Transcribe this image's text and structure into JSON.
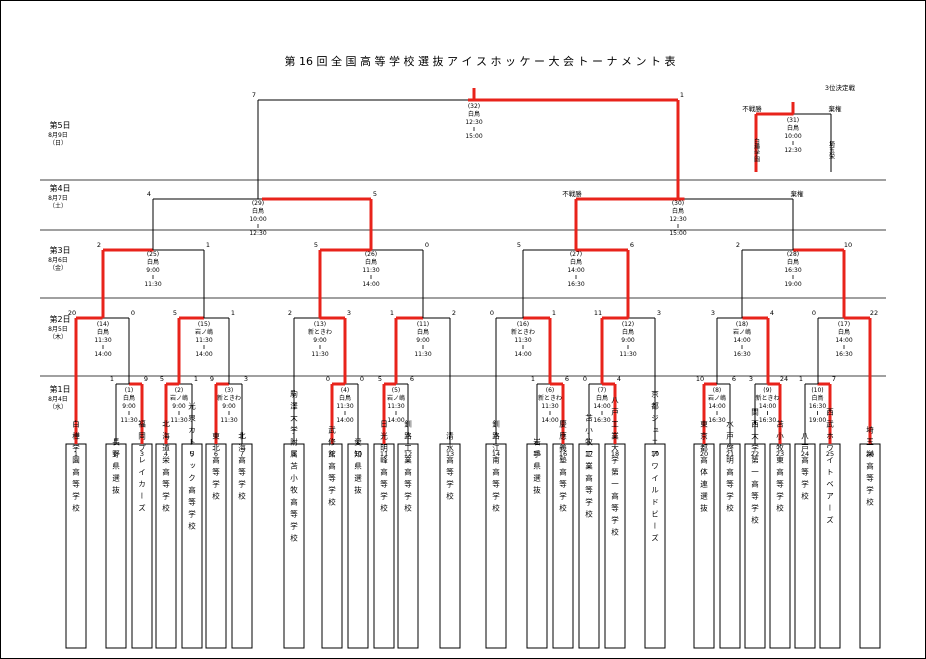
{
  "title": "第 16 回 全 国 高 等 学 校 選 抜 ア イ ス ホ ッ ケ ー 大 会 ト ー ナ メ ン ト 表",
  "third_place_label": "3位決定戦",
  "rounds": [
    {
      "day": "第5日",
      "date": "8月9日",
      "weekday": "（日）"
    },
    {
      "day": "第4日",
      "date": "8月7日",
      "weekday": "（土）"
    },
    {
      "day": "第3日",
      "date": "8月6日",
      "weekday": "（金）"
    },
    {
      "day": "第2日",
      "date": "8月5日",
      "weekday": "（木）"
    },
    {
      "day": "第1日",
      "date": "8月4日",
      "weekday": "（水）"
    }
  ],
  "teams": [
    {
      "no": "1",
      "name": "白樺学園高等学校"
    },
    {
      "no": "2",
      "name": "長野県選抜"
    },
    {
      "no": "3",
      "name": "福岡プレイカーズ"
    },
    {
      "no": "4",
      "name": "北海道栄高等学校"
    },
    {
      "no": "5",
      "name": "光泉カトリック高等学校"
    },
    {
      "no": "6",
      "name": "東北高等学校"
    },
    {
      "no": "7",
      "name": "北海高等学校"
    },
    {
      "no": "8",
      "name": "駒澤大学附属苫小牧高等学校"
    },
    {
      "no": "9",
      "name": "武修館高等学校"
    },
    {
      "no": "10",
      "name": "愛知県選抜"
    },
    {
      "no": "11",
      "name": "日光明峰高等学校"
    },
    {
      "no": "12",
      "name": "釧路工業高等学校"
    },
    {
      "no": "13",
      "name": "清水高等学校"
    },
    {
      "no": "14",
      "name": "釧路江南高等学校"
    },
    {
      "no": "15",
      "name": "岩手県選抜"
    },
    {
      "no": "16",
      "name": "慶應義塾高等学校"
    },
    {
      "no": "17",
      "name": "苫小牧工業高等学校"
    },
    {
      "no": "18",
      "name": "八戸工業大学第一高等学校"
    },
    {
      "no": "19",
      "name": "京都ジュニアワイルドビーズ"
    },
    {
      "no": "20",
      "name": "東京都高体連選抜"
    },
    {
      "no": "21",
      "name": "水戸啓明高等学校"
    },
    {
      "no": "22",
      "name": "関西大学第一高等学校"
    },
    {
      "no": "23",
      "name": "苫小牧東高等学校"
    },
    {
      "no": "24",
      "name": "八戸高等学校"
    },
    {
      "no": "25",
      "name": "西武ホワイトベアーズ"
    },
    {
      "no": "26",
      "name": "埼玉栄高等学校"
    }
  ],
  "matches": [
    {
      "id": "(1)",
      "venue": "白鳥",
      "start": "9:00",
      "end": "11:30",
      "score_l": "1",
      "score_r": "9"
    },
    {
      "id": "(2)",
      "venue": "岩ノ嶋",
      "start": "9:00",
      "end": "11:30",
      "score_l": "5",
      "score_r": "1"
    },
    {
      "id": "(3)",
      "venue": "新ときわ",
      "start": "9:00",
      "end": "11:30",
      "score_l": "9",
      "score_r": "3"
    },
    {
      "id": "(4)",
      "venue": "白鳥",
      "start": "11:30",
      "end": "14:00",
      "score_l": "0",
      "score_r": "0"
    },
    {
      "id": "(5)",
      "venue": "岩ノ嶋",
      "start": "11:30",
      "end": "14:00",
      "score_l": "5",
      "score_r": "6"
    },
    {
      "id": "(6)",
      "venue": "新ときわ",
      "start": "11:30",
      "end": "14:00",
      "score_l": "1",
      "score_r": "6"
    },
    {
      "id": "(7)",
      "venue": "白鳥",
      "start": "14:00",
      "end": "16:30",
      "score_l": "0",
      "score_r": "4"
    },
    {
      "id": "(8)",
      "venue": "岩ノ嶋",
      "start": "14:00",
      "end": "16:30",
      "score_l": "10",
      "score_r": "6"
    },
    {
      "id": "(9)",
      "venue": "新ときわ",
      "start": "14:00",
      "end": "16:30",
      "score_l": "3",
      "score_r": "24"
    },
    {
      "id": "(10)",
      "venue": "白鳥",
      "start": "16:30",
      "end": "19:00",
      "score_l": "1",
      "score_r": "7"
    },
    {
      "id": "(11)",
      "venue": "白鳥",
      "start": "9:00",
      "end": "11:30",
      "score_l": "1",
      "score_r": "2"
    },
    {
      "id": "(12)",
      "venue": "白鳥",
      "start": "9:00",
      "end": "11:30",
      "score_l": "11",
      "score_r": "3"
    },
    {
      "id": "(13)",
      "venue": "新ときわ",
      "start": "9:00",
      "end": "11:30",
      "score_l": "2",
      "score_r": "3"
    },
    {
      "id": "(14)",
      "venue": "白鳥",
      "start": "11:30",
      "end": "14:00",
      "score_l": "20",
      "score_r": "0"
    },
    {
      "id": "(15)",
      "venue": "岩ノ嶋",
      "start": "11:30",
      "end": "14:00",
      "score_l": "5",
      "score_r": "1"
    },
    {
      "id": "(16)",
      "venue": "新ときわ",
      "start": "11:30",
      "end": "14:00",
      "score_l": "0",
      "score_r": "1"
    },
    {
      "id": "(17)",
      "venue": "白鳥",
      "start": "14:00",
      "end": "16:30",
      "score_l": "0",
      "score_r": "22"
    },
    {
      "id": "(18)",
      "venue": "岩ノ嶋",
      "start": "14:00",
      "end": "16:30",
      "score_l": "3",
      "score_r": "4"
    },
    {
      "id": "(25)",
      "venue": "白鳥",
      "start": "9:00",
      "end": "11:30",
      "score_l": "2",
      "score_r": "1"
    },
    {
      "id": "(26)",
      "venue": "白鳥",
      "start": "11:30",
      "end": "14:00",
      "score_l": "5",
      "score_r": "0"
    },
    {
      "id": "(27)",
      "venue": "白鳥",
      "start": "14:00",
      "end": "16:30",
      "score_l": "5",
      "score_r": "6"
    },
    {
      "id": "(28)",
      "venue": "白鳥",
      "start": "16:30",
      "end": "19:00",
      "score_l": "2",
      "score_r": "10"
    },
    {
      "id": "(29)",
      "venue": "白鳥",
      "start": "10:00",
      "end": "12:30",
      "score_l": "4",
      "score_r": "5"
    },
    {
      "id": "(30)",
      "venue": "白鳥",
      "start": "12:30",
      "end": "15:00",
      "score_l": "不戦勝",
      "score_r": "棄権"
    },
    {
      "id": "(32)",
      "venue": "白鳥",
      "start": "12:30",
      "end": "15:00",
      "score_l": "7",
      "score_r": "1"
    },
    {
      "id": "(31)",
      "venue": "白鳥",
      "start": "10:00",
      "end": "12:30",
      "score_l": "不戦勝",
      "score_r": "棄権"
    }
  ],
  "third_place": {
    "left": "白樺学園",
    "right": "埼玉栄"
  }
}
